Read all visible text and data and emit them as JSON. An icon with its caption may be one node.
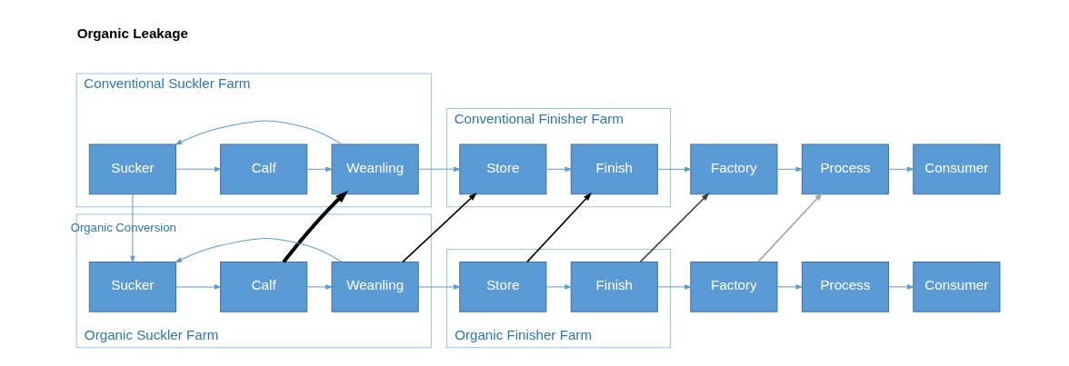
{
  "diagram": {
    "nodes": [
      {
        "text": [
          "Conventional Suckler Farm"
        ]
      },
      {
        "text": [
          "Sucker"
        ],
        "in": 0
      },
      {
        "text": [
          "Calf"
        ],
        "in": 0
      },
      {
        "text": [
          "Weanling"
        ],
        "in": 0
      },
      {
        "text": [
          "Conventional Finisher Farm"
        ]
      },
      {
        "text": [
          "Store"
        ],
        "in": 4
      },
      {
        "text": [
          "Finish"
        ],
        "in": 4
      },
      {
        "text": [
          "Factory"
        ]
      },
      {
        "text": [
          "Process"
        ]
      },
      {
        "text": [
          "Consumer"
        ]
      },
      {
        "text": [
          "Organic Suckler Farm"
        ]
      },
      {
        "text": [
          "Sucker"
        ],
        "in": 10
      },
      {
        "text": [
          "Calf"
        ],
        "in": 10
      },
      {
        "text": [
          "Weanling"
        ],
        "in": 10
      },
      {
        "text": [
          "Organic Finisher Farm"
        ]
      },
      {
        "text": [
          "Store"
        ],
        "in": 14
      },
      {
        "text": [
          "Finish"
        ],
        "in": 14
      },
      {
        "text": [
          "Factory"
        ]
      },
      {
        "text": [
          "Process"
        ]
      },
      {
        "text": [
          "Consumer"
        ]
      }
    ],
    "edges": [
      {
        "from": 1,
        "to": 2,
        "arrow": "to"
      },
      {
        "from": 2,
        "to": 3,
        "arrow": "to"
      },
      {
        "from": 3,
        "to": 5,
        "arrow": "to"
      },
      {
        "from": 5,
        "to": 6,
        "arrow": "to"
      },
      {
        "from": 6,
        "to": 7,
        "arrow": "to"
      },
      {
        "from": 7,
        "to": 8,
        "arrow": "to"
      },
      {
        "from": 8,
        "to": 9,
        "arrow": "to"
      },
      {
        "from": 3,
        "to": 1,
        "arrow": "to"
      },
      {
        "from": 1,
        "to": 11,
        "arrow": "to",
        "label": "Organic Conversion"
      },
      {
        "from": 11,
        "to": 12,
        "arrow": "to"
      },
      {
        "from": 12,
        "to": 13,
        "arrow": "to"
      },
      {
        "from": 13,
        "to": 15,
        "arrow": "to"
      },
      {
        "from": 15,
        "to": 16,
        "arrow": "to"
      },
      {
        "from": 16,
        "to": 17,
        "arrow": "to"
      },
      {
        "from": 17,
        "to": 18,
        "arrow": "to"
      },
      {
        "from": 18,
        "to": 19,
        "arrow": "to"
      },
      {
        "from": 13,
        "to": 11,
        "arrow": "to"
      },
      {
        "from": 12,
        "to": 3,
        "arrow": "to",
        "style": "thick",
        "color": "#000000"
      },
      {
        "from": 13,
        "to": 5,
        "arrow": "to",
        "color": "#000000"
      },
      {
        "from": 15,
        "to": 6,
        "arrow": "to",
        "color": "#000000"
      },
      {
        "from": 16,
        "to": 7,
        "arrow": "to",
        "color": "#404040"
      },
      {
        "from": 17,
        "to": 8,
        "arrow": "to",
        "color": "#a6a6a6"
      }
    ],
    "labels": [
      "Organic Leakage"
    ]
  }
}
